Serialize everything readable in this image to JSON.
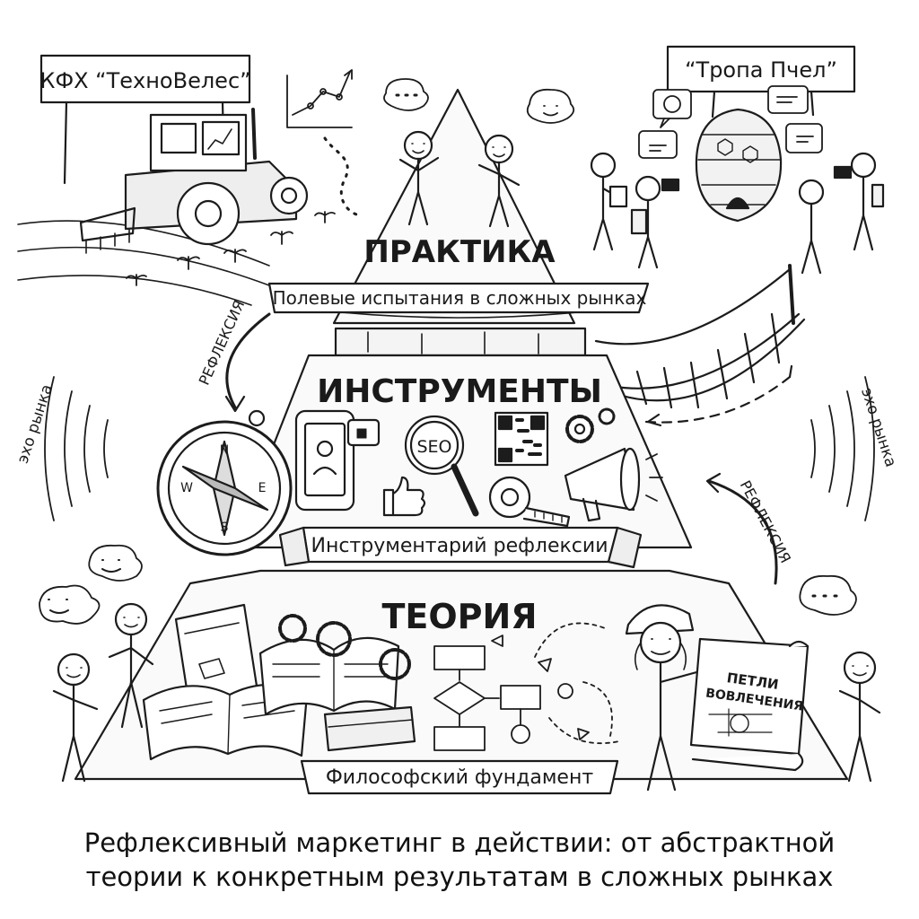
{
  "signs": {
    "left": "КФХ “ТехноВелес”",
    "right": "“Тропа Пчел”"
  },
  "tiers": {
    "top": {
      "title": "ПРАКТИКА",
      "banner": "Полевые испытания в сложных рынках"
    },
    "middle": {
      "title": "ИНСТРУМЕНТЫ",
      "banner": "Инструментарий рефлексии"
    },
    "bottom": {
      "title": "ТЕОРИЯ",
      "banner": "Философский фундамент"
    }
  },
  "arrows": {
    "left_label": "РЕФЛЕКСИЯ",
    "right_label": "РЕФЛЕКСИЯ"
  },
  "side_labels": {
    "left": "эхо рынка",
    "right": "эхо рынка"
  },
  "tools": {
    "seo_label": "SEO"
  },
  "blueprint": {
    "line1": "ПЕТЛИ",
    "line2": "ВОВЛЕЧЕНИЯ"
  },
  "caption": {
    "line1": "Рефлексивный маркетинг в действии: от абстрактной",
    "line2": "теории к конкретным результатам в сложных рынках"
  }
}
